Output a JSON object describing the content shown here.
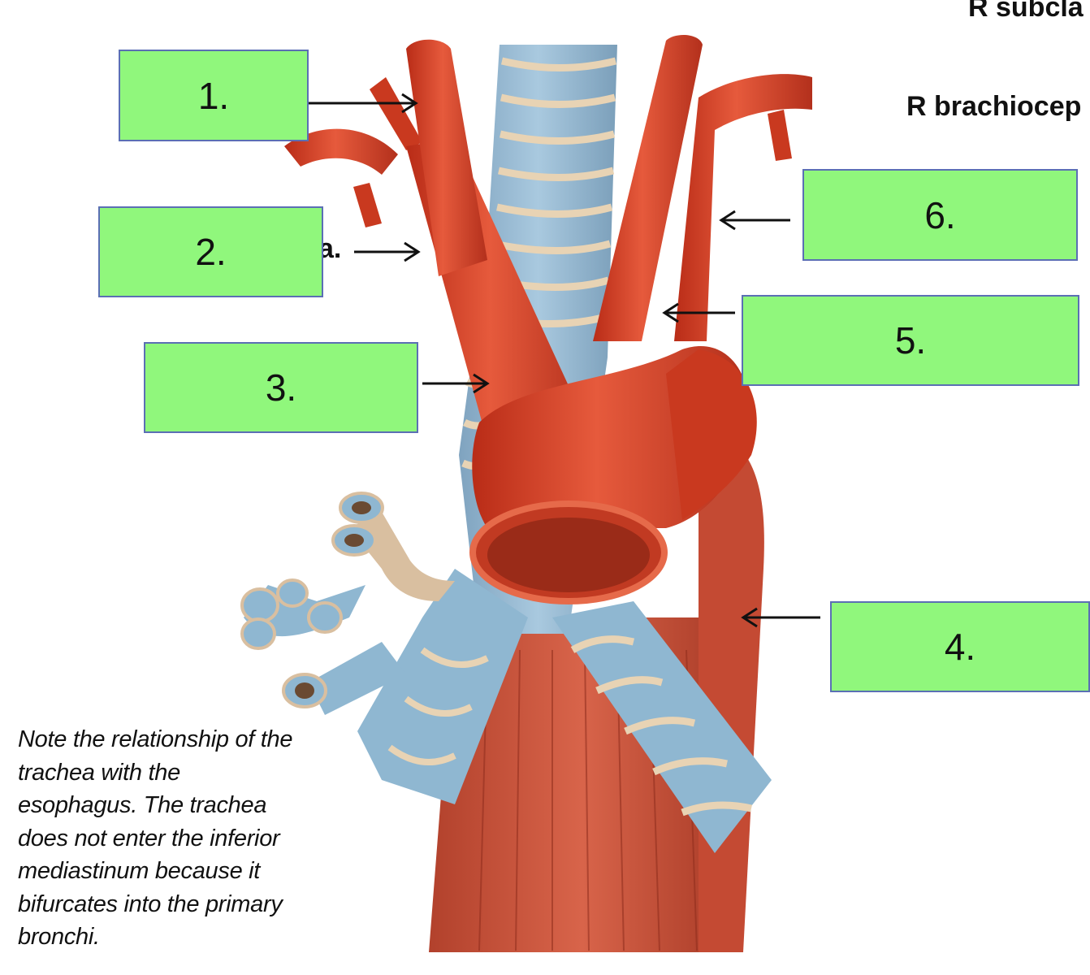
{
  "labels": [
    {
      "id": "1",
      "text": "1."
    },
    {
      "id": "2",
      "text": "2."
    },
    {
      "id": "3",
      "text": "3."
    },
    {
      "id": "4",
      "text": "4."
    },
    {
      "id": "5",
      "text": "5."
    },
    {
      "id": "6",
      "text": "6."
    }
  ],
  "partial_text": {
    "top_right": "R subcla",
    "right": "R brachiocep",
    "label2_peek": "a."
  },
  "note_lines": [
    "Note the relationship of the",
    "trachea with the",
    "esophagus. The trachea",
    "does not enter the inferior",
    "mediastinum because it",
    "bifurcates into the primary",
    "bronchi."
  ],
  "colors": {
    "label_fill": "#90f77c",
    "label_border": "#5b6fb4",
    "artery": "#d9432a",
    "trachea": "#8fb7d1",
    "esophagus": "#c8513b"
  }
}
